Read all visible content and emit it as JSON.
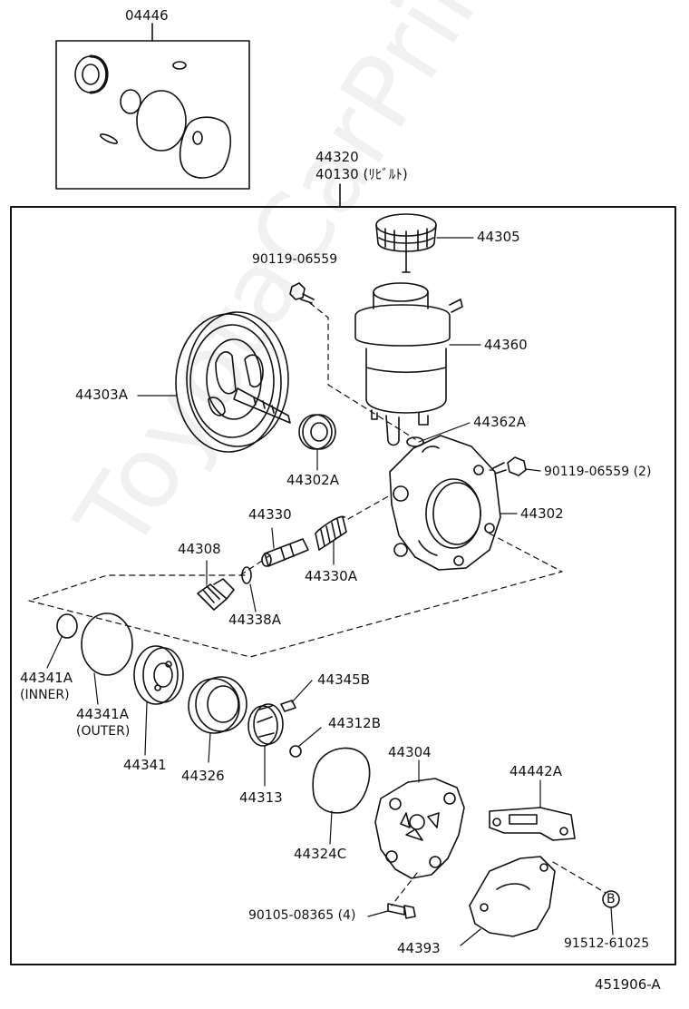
{
  "watermark": "ToyotaCarPrime.ru",
  "code": "451906-A",
  "kit": {
    "label": "04446"
  },
  "assembly": {
    "label": "44320",
    "label2": "40130 (ﾘﾋﾞﾙﾄ)"
  },
  "callout_marker": "B",
  "parts": [
    {
      "id": "p44305",
      "label": "44305"
    },
    {
      "id": "p90119a",
      "label": "90119-06559"
    },
    {
      "id": "p44360",
      "label": "44360"
    },
    {
      "id": "p44303a",
      "label": "44303A"
    },
    {
      "id": "p44362a",
      "label": "44362A"
    },
    {
      "id": "p90119b",
      "label": "90119-06559 (2)"
    },
    {
      "id": "p44302a",
      "label": "44302A"
    },
    {
      "id": "p44330",
      "label": "44330"
    },
    {
      "id": "p44302",
      "label": "44302"
    },
    {
      "id": "p44308",
      "label": "44308"
    },
    {
      "id": "p44330a",
      "label": "44330A"
    },
    {
      "id": "p44338a",
      "label": "44338A"
    },
    {
      "id": "p44341a_in",
      "label": "44341A"
    },
    {
      "id": "p44341a_in2",
      "label": "(INNER)"
    },
    {
      "id": "p44345b",
      "label": "44345B"
    },
    {
      "id": "p44341a_out",
      "label": "44341A"
    },
    {
      "id": "p44341a_out2",
      "label": "(OUTER)"
    },
    {
      "id": "p44312b",
      "label": "44312B"
    },
    {
      "id": "p44341",
      "label": "44341"
    },
    {
      "id": "p44326",
      "label": "44326"
    },
    {
      "id": "p44313",
      "label": "44313"
    },
    {
      "id": "p44304",
      "label": "44304"
    },
    {
      "id": "p44442a",
      "label": "44442A"
    },
    {
      "id": "p44324c",
      "label": "44324C"
    },
    {
      "id": "p90105",
      "label": "90105-08365 (4)"
    },
    {
      "id": "p91512",
      "label": "91512-61025"
    },
    {
      "id": "p44393",
      "label": "44393"
    }
  ]
}
